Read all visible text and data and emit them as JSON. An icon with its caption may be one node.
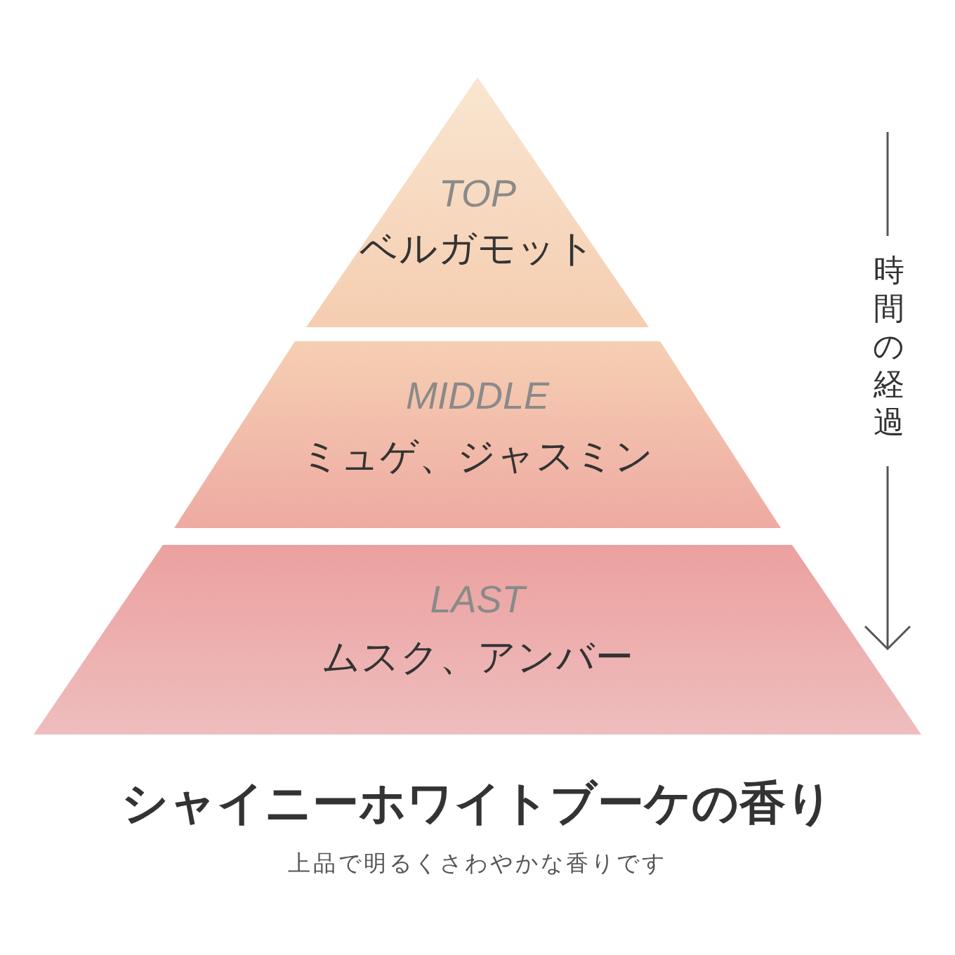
{
  "diagram": {
    "title": "シャイニーホワイトブーケの香り",
    "caption": "上品で明るくさわやかな香りです",
    "nodes": [
      {
        "text": [
          "TOP",
          "ベルガモット"
        ]
      },
      {
        "text": [
          "MIDDLE",
          "ミュゲ、ジャスミン"
        ]
      },
      {
        "text": [
          "LAST",
          "ムスク、アンバー"
        ]
      }
    ],
    "labels": [
      "時間の経過"
    ]
  }
}
